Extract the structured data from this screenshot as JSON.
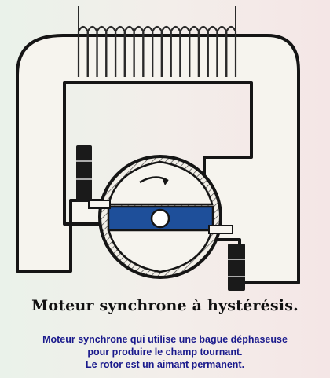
{
  "title": "Moteur synchrone à hystérésis.",
  "caption": [
    "Moteur synchrone qui utilise une bague déphaseuse",
    "pour produire le champ tournant.",
    "Le rotor est un aimant permanent."
  ],
  "colors": {
    "caption": "#1a1a8c",
    "rotor_magnet": "#1e4f9a",
    "ink": "#151515",
    "coil": "#2a2a2a"
  },
  "icons": {
    "rotation_arrow": "curved-arrow-icon"
  }
}
